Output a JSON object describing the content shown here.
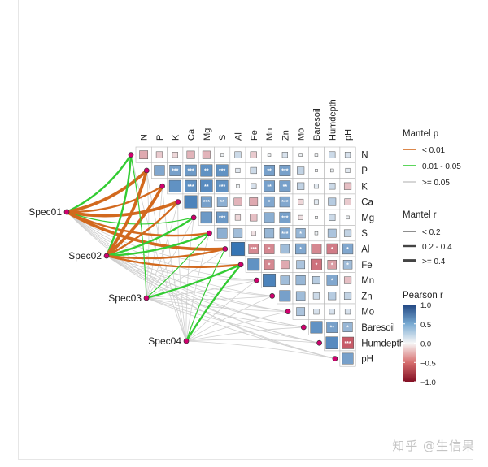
{
  "chart_data": {
    "type": "heatmap",
    "variables": [
      "N",
      "P",
      "K",
      "Ca",
      "Mg",
      "S",
      "Al",
      "Fe",
      "Mn",
      "Zn",
      "Mo",
      "Baresoil",
      "Humdepth",
      "pH"
    ],
    "pearson_r": [
      [
        0.35,
        0.2,
        0.15,
        0.3,
        0.3,
        0.05,
        0.2,
        0.2,
        0.05,
        0.15,
        0.05,
        0.05,
        0.2,
        0.15
      ],
      [
        0.2,
        0.55,
        0.6,
        0.65,
        0.7,
        0.7,
        0.1,
        0.2,
        0.6,
        0.6,
        0.25,
        0.02,
        0.05,
        0.1
      ],
      [
        0.15,
        0.6,
        0.7,
        0.7,
        0.75,
        0.7,
        0.05,
        0.15,
        0.6,
        0.6,
        0.25,
        0.1,
        0.2,
        0.25
      ],
      [
        0.3,
        0.65,
        0.7,
        0.8,
        0.6,
        0.5,
        0.3,
        0.35,
        0.55,
        0.55,
        0.15,
        0.1,
        0.3,
        0.2
      ],
      [
        0.3,
        0.7,
        0.75,
        0.6,
        0.65,
        0.65,
        0.15,
        0.25,
        0.5,
        0.6,
        0.1,
        0.02,
        0.2,
        0.05
      ],
      [
        0.05,
        0.7,
        0.7,
        0.5,
        0.65,
        0.5,
        0.4,
        0.1,
        0.45,
        0.55,
        0.45,
        0.05,
        0.35,
        0.25
      ],
      [
        0.2,
        0.1,
        0.05,
        0.3,
        0.15,
        0.4,
        0.9,
        0.5,
        0.5,
        0.4,
        0.55,
        0.5,
        0.55,
        0.55
      ],
      [
        0.2,
        0.2,
        0.15,
        0.35,
        0.25,
        0.1,
        0.5,
        0.7,
        0.5,
        0.35,
        0.35,
        0.6,
        0.4,
        0.4
      ],
      [
        0.05,
        0.6,
        0.6,
        0.55,
        0.5,
        0.45,
        0.5,
        0.5,
        0.8,
        0.4,
        0.45,
        0.3,
        0.55,
        0.25
      ],
      [
        0.15,
        0.6,
        0.6,
        0.55,
        0.6,
        0.55,
        0.4,
        0.35,
        0.4,
        0.6,
        0.4,
        0.2,
        0.3,
        0.25
      ],
      [
        0.05,
        0.25,
        0.25,
        0.15,
        0.1,
        0.45,
        0.55,
        0.35,
        0.45,
        0.4,
        0.35,
        0.15,
        0.15,
        0.15
      ],
      [
        0.05,
        0.02,
        0.1,
        0.1,
        0.02,
        0.05,
        0.5,
        0.6,
        0.3,
        0.2,
        0.15,
        0.7,
        0.6,
        0.45
      ],
      [
        0.2,
        0.05,
        0.2,
        0.3,
        0.2,
        0.35,
        0.55,
        0.4,
        0.55,
        0.3,
        0.15,
        0.6,
        0.75,
        0.7
      ],
      [
        0.15,
        0.1,
        0.25,
        0.2,
        0.05,
        0.25,
        0.55,
        0.4,
        0.25,
        0.25,
        0.15,
        0.45,
        0.7,
        0.6
      ]
    ],
    "pearson_sign": [
      [
        -1,
        -1,
        -1,
        -1,
        -1,
        1,
        1,
        -1,
        1,
        1,
        1,
        1,
        1,
        1
      ],
      [
        -1,
        1,
        1,
        1,
        1,
        1,
        1,
        1,
        1,
        1,
        1,
        1,
        1,
        1
      ],
      [
        -1,
        1,
        1,
        1,
        1,
        1,
        1,
        1,
        1,
        1,
        1,
        1,
        1,
        -1
      ],
      [
        -1,
        1,
        1,
        1,
        1,
        1,
        -1,
        -1,
        1,
        1,
        -1,
        1,
        1,
        -1
      ],
      [
        -1,
        1,
        1,
        1,
        1,
        1,
        -1,
        -1,
        1,
        1,
        -1,
        1,
        1,
        1
      ],
      [
        1,
        1,
        1,
        1,
        1,
        1,
        1,
        -1,
        1,
        1,
        1,
        1,
        1,
        1
      ],
      [
        1,
        1,
        1,
        -1,
        -1,
        1,
        1,
        -1,
        -1,
        1,
        1,
        -1,
        -1,
        1
      ],
      [
        -1,
        1,
        1,
        -1,
        -1,
        -1,
        -1,
        1,
        -1,
        -1,
        1,
        -1,
        -1,
        1
      ],
      [
        1,
        1,
        1,
        1,
        1,
        1,
        -1,
        -1,
        1,
        1,
        1,
        1,
        1,
        -1
      ],
      [
        1,
        1,
        1,
        1,
        1,
        1,
        1,
        -1,
        1,
        1,
        1,
        1,
        1,
        1
      ],
      [
        1,
        1,
        1,
        -1,
        -1,
        1,
        1,
        1,
        1,
        1,
        1,
        1,
        1,
        1
      ],
      [
        1,
        1,
        1,
        1,
        1,
        1,
        -1,
        -1,
        1,
        1,
        1,
        1,
        1,
        1
      ],
      [
        1,
        1,
        1,
        1,
        1,
        1,
        -1,
        -1,
        1,
        1,
        1,
        1,
        1,
        -1
      ],
      [
        1,
        1,
        -1,
        -1,
        1,
        1,
        1,
        1,
        -1,
        1,
        1,
        1,
        -1,
        1
      ]
    ],
    "significance": [
      [
        "",
        "",
        "",
        "",
        "",
        "",
        "",
        "",
        "",
        "",
        "",
        "",
        "",
        ""
      ],
      [
        "",
        "",
        "***",
        "***",
        "**",
        "***",
        "",
        "",
        "**",
        "***",
        "",
        "",
        "",
        ""
      ],
      [
        "",
        "***",
        "",
        "***",
        "**",
        "***",
        "",
        "",
        "**",
        "**",
        "",
        "",
        "",
        ""
      ],
      [
        "",
        "***",
        "***",
        "",
        "***",
        "**",
        "",
        "",
        "*",
        "***",
        "",
        "",
        "",
        ""
      ],
      [
        "",
        "**",
        "**",
        "***",
        "",
        "***",
        "",
        "",
        "",
        "***",
        "",
        "",
        "",
        ""
      ],
      [
        "",
        "***",
        "***",
        "**",
        "***",
        "",
        "",
        "",
        "",
        "***",
        "*",
        "",
        "",
        ""
      ],
      [
        "",
        "",
        "",
        "",
        "",
        "",
        "",
        "***",
        "*",
        "",
        "*",
        "",
        "*",
        "*"
      ],
      [
        "",
        "",
        "",
        "",
        "",
        "",
        "***",
        "",
        "*",
        "",
        "",
        "*",
        "*",
        "*"
      ],
      [
        "",
        "**",
        "**",
        "*",
        "",
        "",
        "*",
        "*",
        "",
        "",
        "",
        "",
        "*",
        ""
      ],
      [
        "",
        "***",
        "**",
        "***",
        "***",
        "***",
        "",
        "",
        "",
        "",
        "",
        "",
        "",
        ""
      ],
      [
        "",
        "",
        "",
        "",
        "",
        "*",
        "*",
        "",
        "",
        "",
        "",
        "",
        "",
        ""
      ],
      [
        "",
        "",
        "",
        "",
        "",
        "",
        "",
        "*",
        "",
        "",
        "",
        "",
        "**",
        "*"
      ],
      [
        "",
        "",
        "",
        "",
        "",
        "",
        "*",
        "*",
        "*",
        "",
        "",
        "**",
        "",
        "***"
      ],
      [
        "",
        "",
        "",
        "",
        "",
        "",
        "*",
        "*",
        "",
        "",
        "",
        "*",
        "***",
        ""
      ]
    ],
    "species": [
      "Spec01",
      "Spec02",
      "Spec03",
      "Spec04"
    ],
    "mantel_links": [
      {
        "spec": "Spec01",
        "env": "N",
        "p": "0.01 - 0.05",
        "r": "0.2 - 0.4"
      },
      {
        "spec": "Spec01",
        "env": "P",
        "p": "< 0.01",
        "r": ">= 0.4"
      },
      {
        "spec": "Spec01",
        "env": "K",
        "p": "< 0.01",
        "r": "0.2 - 0.4"
      },
      {
        "spec": "Spec01",
        "env": "Ca",
        "p": "< 0.01",
        "r": ">= 0.4"
      },
      {
        "spec": "Spec01",
        "env": "Mg",
        "p": "0.01 - 0.05",
        "r": "< 0.2"
      },
      {
        "spec": "Spec01",
        "env": "S",
        "p": "< 0.01",
        "r": "0.2 - 0.4"
      },
      {
        "spec": "Spec01",
        "env": "Al",
        "p": "< 0.01",
        "r": ">= 0.4"
      },
      {
        "spec": "Spec02",
        "env": "N",
        "p": "0.01 - 0.05",
        "r": "0.2 - 0.4"
      },
      {
        "spec": "Spec02",
        "env": "P",
        "p": "< 0.01",
        "r": ">= 0.4"
      },
      {
        "spec": "Spec02",
        "env": "K",
        "p": "< 0.01",
        "r": ">= 0.4"
      },
      {
        "spec": "Spec02",
        "env": "Ca",
        "p": "< 0.01",
        "r": "0.2 - 0.4"
      },
      {
        "spec": "Spec02",
        "env": "Mg",
        "p": "0.01 - 0.05",
        "r": "0.2 - 0.4"
      },
      {
        "spec": "Spec02",
        "env": "S",
        "p": "0.01 - 0.05",
        "r": "0.2 - 0.4"
      },
      {
        "spec": "Spec02",
        "env": "Al",
        "p": "< 0.01",
        "r": "0.2 - 0.4"
      },
      {
        "spec": "Spec02",
        "env": "Fe",
        "p": "< 0.01",
        "r": "0.2 - 0.4"
      },
      {
        "spec": "Spec03",
        "env": "N",
        "p": "0.01 - 0.05",
        "r": "< 0.2"
      },
      {
        "spec": "Spec03",
        "env": "Fe",
        "p": "0.01 - 0.05",
        "r": "0.2 - 0.4"
      },
      {
        "spec": "Spec03",
        "env": "S",
        "p": "0.01 - 0.05",
        "r": "< 0.2"
      },
      {
        "spec": "Spec04",
        "env": "Fe",
        "p": "0.01 - 0.05",
        "r": "0.2 - 0.4"
      },
      {
        "spec": "Spec04",
        "env": "Al",
        "p": "0.01 - 0.05",
        "r": "< 0.2"
      }
    ],
    "legend": {
      "mantel_p": {
        "title": "Mantel p",
        "entries": [
          "< 0.01",
          "0.01 - 0.05",
          ">= 0.05"
        ],
        "colors": [
          "#d2691e",
          "#33cc33",
          "#cccccc"
        ]
      },
      "mantel_r": {
        "title": "Mantel r",
        "entries": [
          "< 0.2",
          "0.2 - 0.4",
          ">= 0.4"
        ]
      },
      "pearson": {
        "title": "Pearson r",
        "ticks": [
          "1.0",
          "0.5",
          "0.0",
          "−0.5",
          "−1.0"
        ],
        "range": [
          -1,
          1
        ]
      }
    }
  },
  "watermark": "知乎 @生信果"
}
